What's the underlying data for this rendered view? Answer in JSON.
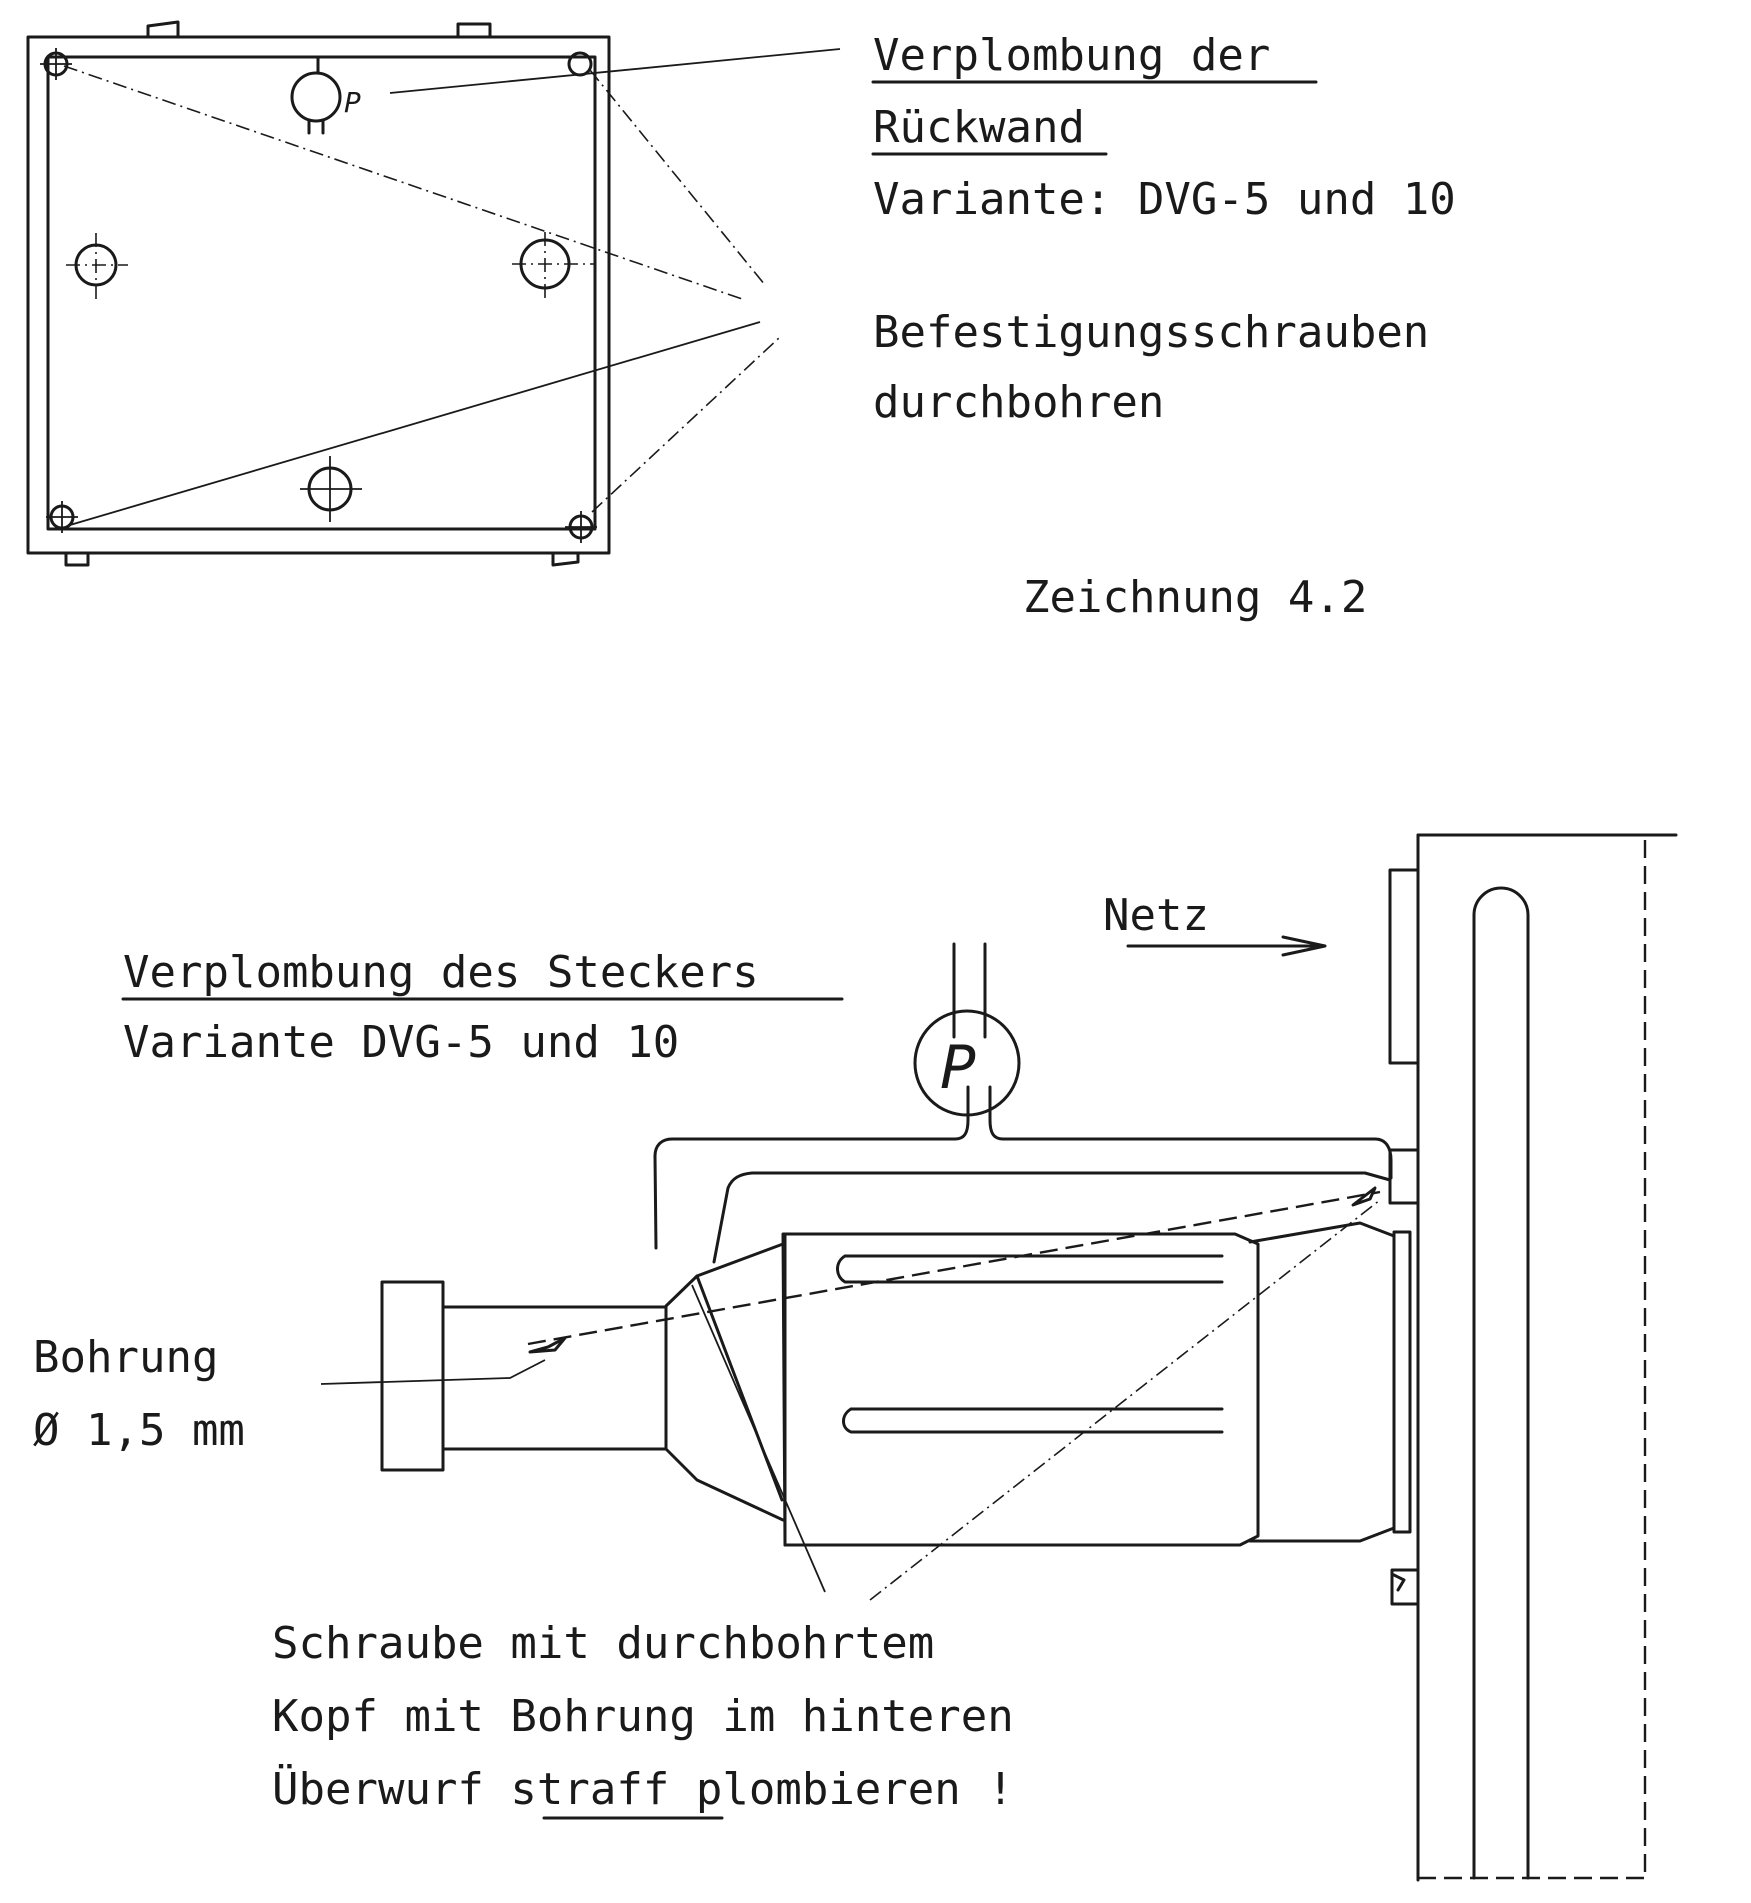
{
  "top_labels": {
    "title_line1": "Verplombung der",
    "title_line2": "Rückwand",
    "variant": "Variante: DVG-5 und 10",
    "instruction_line1": "Befestigungsschrauben",
    "instruction_line2": "durchbohren",
    "seal_letter": "P"
  },
  "caption": "Zeichnung 4.2",
  "bottom_labels": {
    "title": "Verplombung des Steckers",
    "variant": "Variante DVG-5 und 10",
    "netz": "Netz",
    "bore_label": "Bohrung",
    "bore_size": "Ø 1,5 mm",
    "seal_letter": "P",
    "note_line1": "Schraube mit durchbohrtem",
    "note_line2": "Kopf mit Bohrung im hinteren",
    "note_line3_part1": "Überwurf ",
    "note_line3_underlined": "straff",
    "note_line3_part2": " plombieren !"
  }
}
